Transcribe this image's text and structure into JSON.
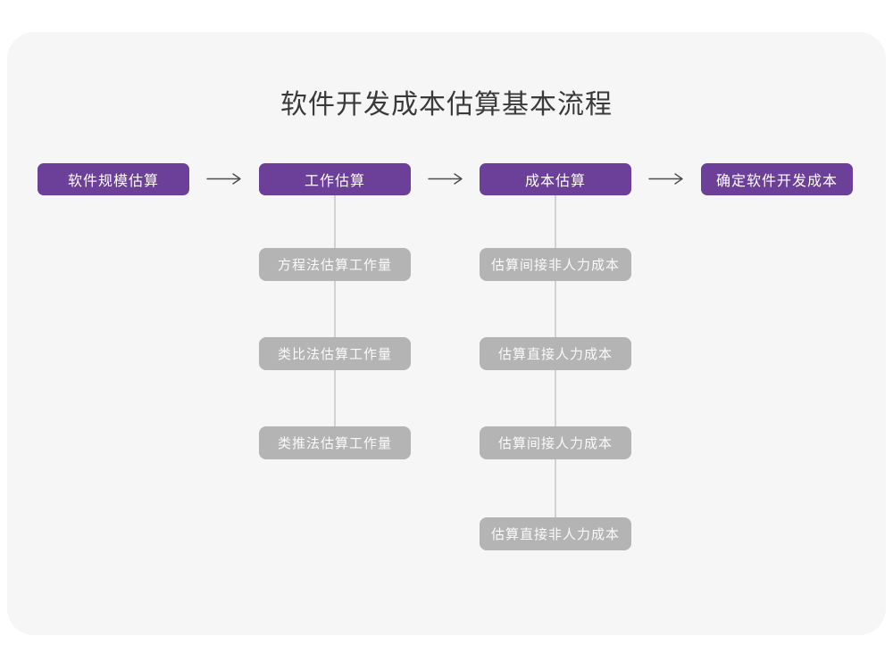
{
  "page": {
    "title": "软件开发成本估算基本流程"
  },
  "colors": {
    "canvas_bg": "#f6f6f6",
    "primary": "#6c4099",
    "secondary": "#b4b4b4",
    "arrow": "#4d4d4d",
    "connector": "#d2d2d2",
    "title_text": "#3a3a3a",
    "node_text": "#ffffff",
    "subnode_text": "#fafafa"
  },
  "flow": {
    "main_nodes": [
      {
        "label": "软件规模估算"
      },
      {
        "label": "工作估算",
        "children": [
          "方程法估算工作量",
          "类比法估算工作量",
          "类推法估算工作量"
        ]
      },
      {
        "label": "成本估算",
        "children": [
          "估算间接非人力成本",
          "估算直接人力成本",
          "估算间接人力成本",
          "估算直接非人力成本"
        ]
      },
      {
        "label": "确定软件开发成本"
      }
    ]
  }
}
